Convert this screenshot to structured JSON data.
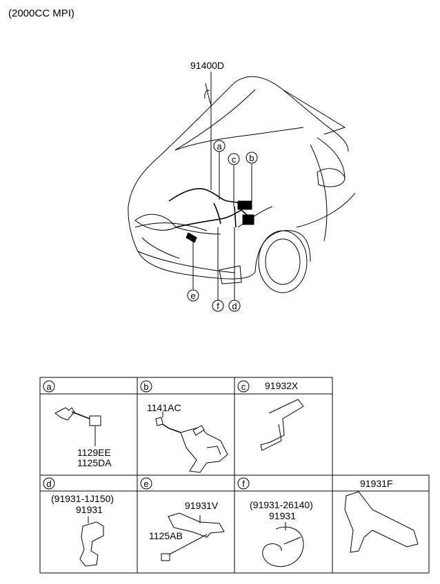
{
  "header": {
    "engine_label": "(2000CC MPI)"
  },
  "diagram": {
    "main_part": "91400D",
    "callouts": [
      "a",
      "b",
      "c",
      "d",
      "e",
      "f"
    ]
  },
  "table": {
    "cells": [
      {
        "letter": "a",
        "title": "",
        "parts": [
          "1129EE",
          "1125DA"
        ]
      },
      {
        "letter": "b",
        "title": "",
        "parts": [
          "1141AC"
        ]
      },
      {
        "letter": "c",
        "title": "91932X",
        "parts": []
      },
      {
        "letter": "d",
        "title": "",
        "parts": [
          "(91931-1J150)",
          "91931"
        ]
      },
      {
        "letter": "e",
        "title": "",
        "parts": [
          "91931V",
          "1125AB"
        ]
      },
      {
        "letter": "f",
        "title": "",
        "parts": [
          "(91931-26140)",
          "91931"
        ]
      },
      {
        "letter": "",
        "title": "91931F",
        "parts": []
      }
    ]
  }
}
